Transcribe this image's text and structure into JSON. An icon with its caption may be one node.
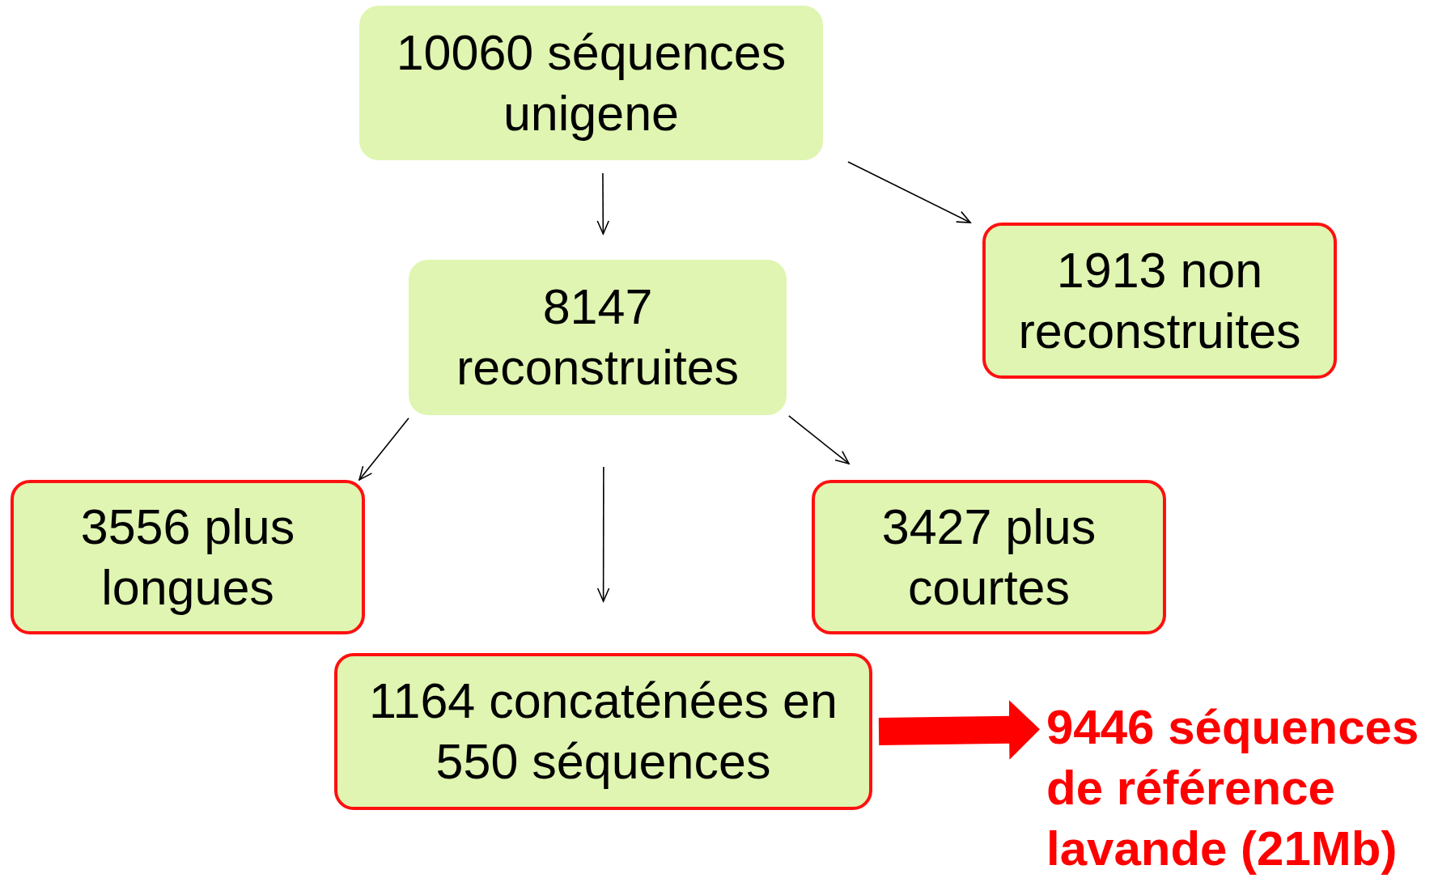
{
  "diagram": {
    "nodes": [
      {
        "text": [
          "10060 séquences unigene"
        ]
      },
      {
        "text": [
          "8147 reconstruites"
        ]
      },
      {
        "text": [
          "1913 non reconstruites"
        ]
      },
      {
        "text": [
          "3556 plus longues"
        ]
      },
      {
        "text": [
          "3427 plus courtes"
        ]
      },
      {
        "text": [
          "1164 concaténées en 550 séquences"
        ]
      },
      {
        "text": [
          "9446 séquences de référence lavande (21Mb)"
        ]
      }
    ],
    "edges": [
      {
        "from": 0,
        "to": 1,
        "arrow": "to"
      },
      {
        "from": 0,
        "to": 2,
        "arrow": "to"
      },
      {
        "from": 1,
        "to": 3,
        "arrow": "to"
      },
      {
        "from": 1,
        "to": 4,
        "arrow": "to"
      },
      {
        "from": 1,
        "to": 5,
        "arrow": "to"
      },
      {
        "from": 5,
        "to": 6,
        "arrow": "to",
        "style": "thick",
        "color": "#ff0000"
      }
    ]
  }
}
